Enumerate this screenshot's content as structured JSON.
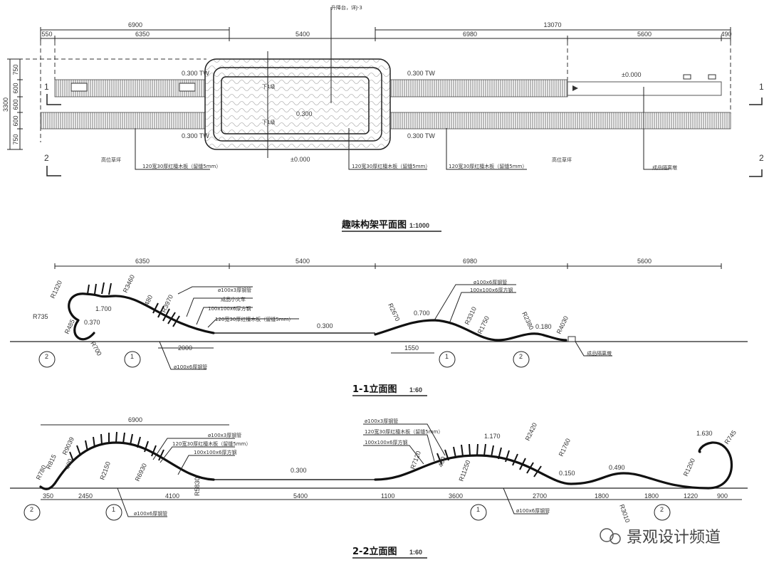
{
  "plan": {
    "title": "趣味构架平面图",
    "scale": "1:1000",
    "dims_top": [
      "6900",
      "13070"
    ],
    "dims_row": [
      "550",
      "6350",
      "5400",
      "6980",
      "5600",
      "490"
    ],
    "dims_left": [
      "750",
      "600",
      "600",
      "600",
      "750",
      "3300"
    ],
    "levels": [
      "0.300 TW",
      "0.300 TW",
      "0.300 TW",
      "0.300 TW",
      "0.300",
      "±0.000",
      "±0.000"
    ],
    "callout_top": "升降台，详J-3",
    "labels": [
      "120宽30厚红檀木板（留缝5mm）",
      "120宽30厚红檀木板（留缝5mm）",
      "120宽30厚红檀木板（留缝5mm）",
      "高位草坪",
      "高位草坪",
      "成品隔离墩"
    ],
    "section_marks": [
      "1",
      "2",
      "1",
      "2"
    ],
    "arrow_labels": [
      "下1级",
      "下1级"
    ]
  },
  "elev1": {
    "title": "1-1立面图",
    "scale": "1:60",
    "dims": [
      "6350",
      "5400",
      "6980",
      "5600",
      "2000",
      "1550"
    ],
    "radii": [
      "R1320",
      "R3460",
      "R3970",
      "R735",
      "R485",
      "R700",
      "R2670",
      "R3310",
      "R1750",
      "R2380",
      "R4030"
    ],
    "levels": [
      "1.700",
      "0.370",
      "0.300",
      "0.700",
      "0.180"
    ],
    "small_dim": "480",
    "labels": [
      "ø100x3厚钢管",
      "成品小火车",
      "100x100x6厚方钢",
      "120宽30厚红檀木板（留缝5mm）",
      "ø100x6厚钢管",
      "ø100x6厚钢管",
      "100x100x6厚方钢",
      "成品隔离墩"
    ],
    "detail_refs": [
      "2",
      "1",
      "1",
      "2"
    ]
  },
  "elev2": {
    "title": "2-2立面图",
    "scale": "1:60",
    "dim_top": "6900",
    "dims": [
      "350",
      "2450",
      "4100",
      "5400",
      "1100",
      "3600",
      "2700",
      "1800",
      "1800",
      "1220",
      "900"
    ],
    "radii": [
      "R780",
      "R815",
      "R9039",
      "R2150",
      "R6930",
      "R5830",
      "R7120",
      "R11250",
      "R2420",
      "R1760",
      "R3010",
      "R1200",
      "R745"
    ],
    "levels": [
      "0.300",
      "1.170",
      "0.150",
      "0.490",
      "1.630"
    ],
    "small_dims": [
      "480",
      "480"
    ],
    "labels": [
      "ø100x3厚钢管",
      "120宽30厚红檀木板（留缝5mm）",
      "100x100x6厚方钢",
      "ø100x6厚钢管",
      "ø100x3厚钢管",
      "120宽30厚红檀木板（留缝5mm）",
      "100x100x6厚方钢",
      "ø100x6厚钢管"
    ],
    "detail_refs": [
      "2",
      "1",
      "1",
      "2"
    ]
  },
  "watermark": "景观设计频道"
}
